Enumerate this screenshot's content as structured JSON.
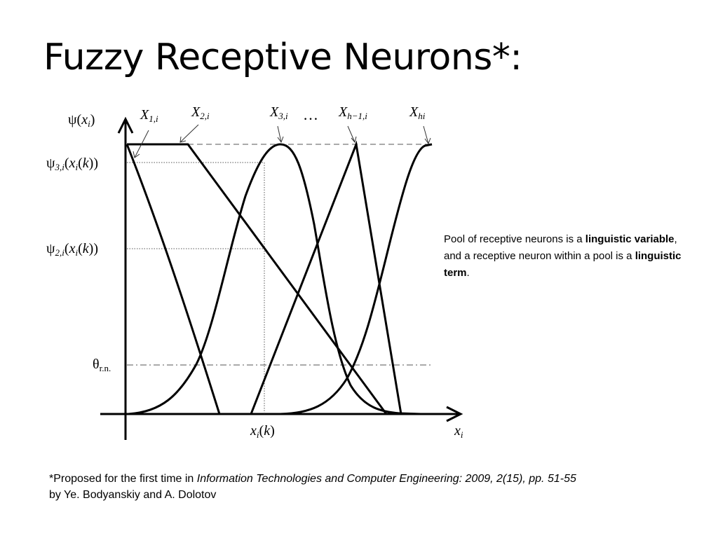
{
  "title": "Fuzzy Receptive Neurons*:",
  "note": {
    "t1": "Pool of receptive neurons is a ",
    "b1": "linguistic variable",
    "t2": ", and a receptive neuron within a pool is a ",
    "b2": "linguistic term",
    "t3": "."
  },
  "footnote": {
    "t1": "*Proposed for the first time in ",
    "i1": "Information Technologies  and Computer  Engineering: 2009,  2(15), pp. 51-55",
    "t2": "by Ye. Bodyanskiy and A. Dolotov"
  },
  "diagram": {
    "y_axis": {
      "psi": "ψ",
      "paren_open": "(",
      "x": "x",
      "sub": "i",
      "paren_close": ")"
    },
    "psi3": {
      "psi": "ψ",
      "sub": "3,i",
      "x": "x",
      "xsub": "i",
      "k": "k"
    },
    "psi2": {
      "psi": "ψ",
      "sub": "2,i",
      "x": "x",
      "xsub": "i",
      "k": "k"
    },
    "theta": {
      "symbol": "θ",
      "sub": "r.n."
    },
    "xk": {
      "x": "x",
      "sub": "i",
      "k": "k"
    },
    "x_axis": {
      "x": "x",
      "sub": "i"
    },
    "terms": [
      {
        "X": "X",
        "sub": "1,i"
      },
      {
        "X": "X",
        "sub": "2,i"
      },
      {
        "X": "X",
        "sub": "3,i"
      },
      {
        "X": "X",
        "sub": "h−1,i"
      },
      {
        "X": "X",
        "sub": "hi"
      }
    ],
    "ellipsis": "…"
  }
}
